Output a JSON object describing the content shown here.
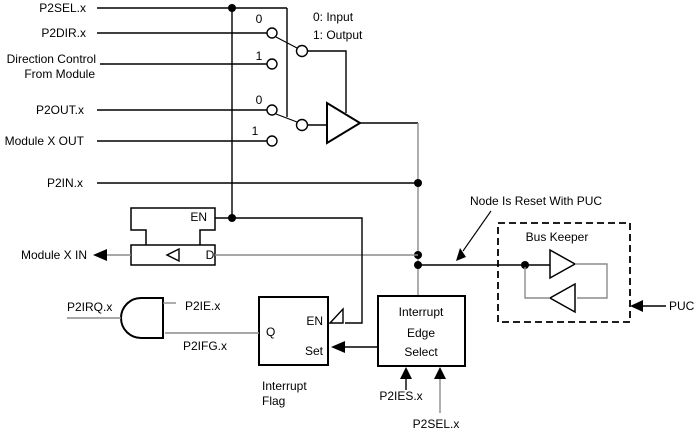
{
  "colors": {
    "line": "#000000",
    "grey_line": "#8c8c8c",
    "background": "#ffffff"
  },
  "signals": {
    "p2sel": "P2SEL.x",
    "p2dir": "P2DIR.x",
    "direction_control_line1": "Direction Control",
    "direction_control_line2": "From Module",
    "p2out": "P2OUT.x",
    "module_x_out": "Module X OUT",
    "p2in": "P2IN.x",
    "module_x_in": "Module X IN",
    "p2irq": "P2IRQ.x",
    "p2ie": "P2IE.x",
    "p2ifg": "P2IFG.x",
    "p2ies": "P2IES.x",
    "p2sel_bottom": "P2SEL.x",
    "puc": "PUC"
  },
  "legend": {
    "input": "0: Input",
    "output": "1: Output"
  },
  "mux": {
    "sw1_pos0": "0",
    "sw1_pos1": "1",
    "sw2_pos0": "0",
    "sw2_pos1": "1"
  },
  "latch": {
    "en": "EN",
    "d": "D"
  },
  "interrupt_flag": {
    "q": "Q",
    "en": "EN",
    "set": "Set",
    "caption1": "Interrupt",
    "caption2": "Flag"
  },
  "edge_select": {
    "line1": "Interrupt",
    "line2": "Edge",
    "line3": "Select"
  },
  "bus_keeper": {
    "title": "Bus Keeper"
  },
  "annotations": {
    "node_reset": "Node Is Reset With PUC"
  }
}
